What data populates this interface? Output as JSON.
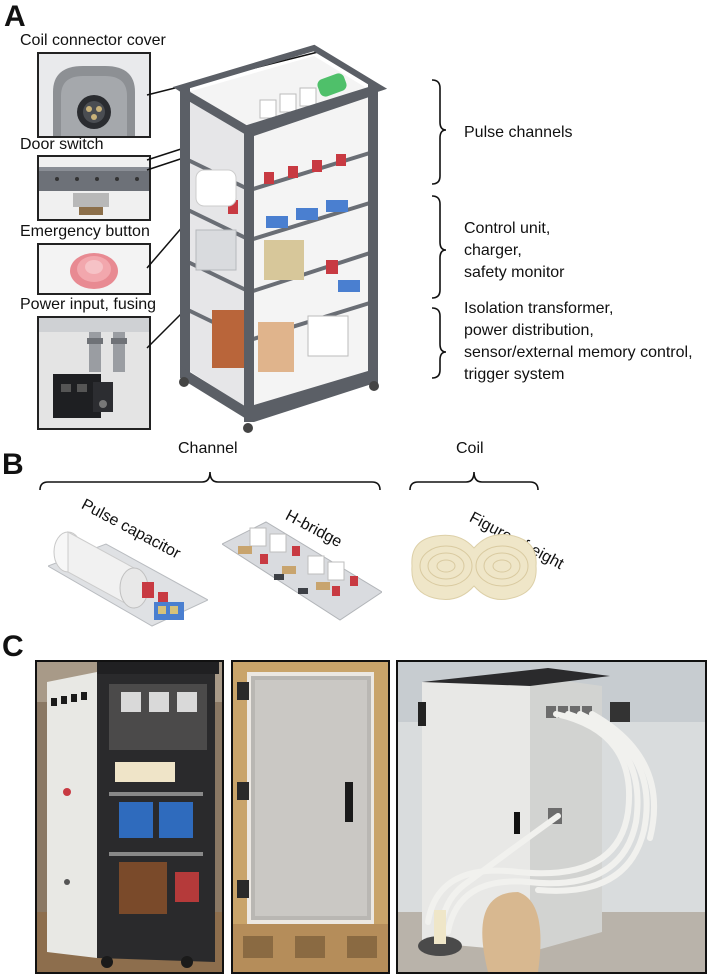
{
  "panels": {
    "a": "A",
    "b": "B",
    "c": "C"
  },
  "panel_a": {
    "insets": [
      {
        "label": "Coil connector cover"
      },
      {
        "label": "Door switch"
      },
      {
        "label": "Emergency button"
      },
      {
        "label": "Power input, fusing"
      }
    ],
    "groups": [
      {
        "lines": [
          "Pulse channels"
        ]
      },
      {
        "lines": [
          "Control unit,",
          "charger,",
          "safety monitor"
        ]
      },
      {
        "lines": [
          "Isolation transformer,",
          "power distribution,",
          "sensor/external memory control,",
          "trigger system"
        ]
      }
    ]
  },
  "panel_b": {
    "channel_label": "Channel",
    "coil_label": "Coil",
    "parts": [
      "Pulse capacitor",
      "H-bridge",
      "Figure-of-eight"
    ]
  },
  "colors": {
    "frame": "#5b5f66",
    "bracket": "#111111",
    "inset_border": "#222222",
    "green_part": "#4fc06a",
    "red_part": "#c83a42",
    "blue_part": "#4a7fd0",
    "copper": "#b9653a",
    "coil": "#efe6c8"
  }
}
